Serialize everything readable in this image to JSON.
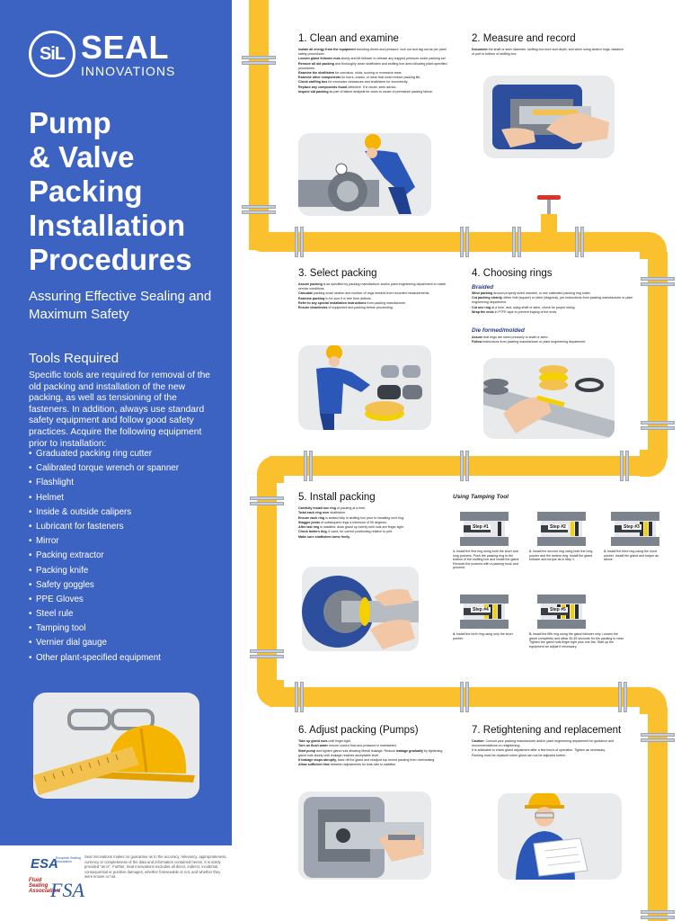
{
  "brand": {
    "mark": "SiL",
    "name": "SEAL",
    "sub": "INNOVATIONS"
  },
  "title_lines": [
    "Pump",
    "& Valve",
    "Packing",
    "Installation",
    "Procedures"
  ],
  "subtitle": "Assuring Effective Sealing and Maximum Safety",
  "tools": {
    "heading": "Tools Required",
    "intro": "Specific tools are required for removal of the old packing and installation of the new packing, as well as tensioning of the fasteners. In addition, always use standard safety equipment and follow good safety practices. Acquire the following equipment prior to installation:",
    "items": [
      "Graduated packing ring cutter",
      "Calibrated torque wrench or spanner",
      "Flashlight",
      "Helmet",
      "Inside & outside calipers",
      "Lubricant for fasteners",
      "Mirror",
      "Packing extractor",
      "Packing knife",
      "Safety goggles",
      "PPE Gloves",
      "Steel rule",
      "Tamping tool",
      "Vernier dial gauge",
      "Other plant-specified equipment"
    ]
  },
  "footer": {
    "esa": "ESA",
    "esa_sub": "European Sealing Association",
    "fsa": "FSA",
    "fsa_sub": "Fluid Sealing Association",
    "disclaimer": "Seal Innovations makes no guarantee as to the accuracy, relevancy, appropriateness, currency or completeness of the data and information contained herein. It is solely provided \"as is\". Further, Seal Innovations excludes all direct, indirect, incidental, consequential or punitive damages, whether foreseeable or not, and whether they were known or not."
  },
  "steps": [
    {
      "title": "1. Clean and examine",
      "lines": [
        [
          "Isolate all energy from the equipment",
          " including drives and pressure, lock out and tag out as per plant safety procedures."
        ],
        [
          "Loosen gland follower nuts",
          " slowly and lift follower to release any trapped pressure under packing set."
        ],
        [
          "Remove all old packing",
          " and thoroughly clean shaft/stem and stuffing box area following plant-specified procedures."
        ],
        [
          "Examine the shaft/stem",
          " for corrosion, nicks, scoring or excessive wear."
        ],
        [
          "Examine other components",
          " for burrs, cracks, or wear that could reduce packing life."
        ],
        [
          "Check stuffing box",
          " for excessive clearances and shaft/stem for eccentricity."
        ],
        [
          "Replace any components found",
          " defective. If in doubt, seek advice."
        ],
        [
          "Inspect old packing",
          " as part of failure analysis for clues to cause of premature packing failure."
        ]
      ]
    },
    {
      "title": "2. Measure and record",
      "lines": [
        [
          "Document",
          " the shaft or stem diameter, stuffing box bore and depth, and when using lantern rings, distance of port to bottom of stuffing box."
        ]
      ]
    },
    {
      "title": "3. Select packing",
      "lines": [
        [
          "Assure packing",
          " is as specified by packing manufacturer and/or plant engineering department to match service conditions."
        ],
        [
          "Calculate",
          " packing cross section and number of rings needed from recorded measurements."
        ],
        [
          "Examine packing",
          " to be sure it is free from defects."
        ],
        [
          "Refer to any special installation instructions",
          " from packing manufacturer."
        ],
        [
          "Ensure cleanliness",
          " of equipment and packing before proceeding."
        ]
      ]
    },
    {
      "title": "4. Choosing rings",
      "sub1": "Braided",
      "lines": [
        [
          "Wind packing",
          " around properly sized mandrel, or use calibrated packing ring cutter."
        ],
        [
          "Cut packing cleanly,",
          " either butt (square) or skive (diagonal), per instructions from packing manufacturer or plant engineering department."
        ],
        [
          "Cut one ring",
          " at a time, and, using shaft or stem, check for proper sizing."
        ],
        [
          "Wrap the ends",
          " in PTFE tape to prevent fraying of the ends."
        ]
      ],
      "sub2": "Die formed/molded",
      "lines2": [
        [
          "Assure",
          " that rings are sized precisely to shaft or stem."
        ],
        [
          "Follow",
          " instructions from packing manufacturer or plant engineering department."
        ]
      ]
    },
    {
      "title": "5. Install packing",
      "lines": [
        [
          "Carefully install one ring",
          " of packing at a time."
        ],
        [
          "Twist each ring over",
          " shaft/stem."
        ],
        [
          "Ensure each ring",
          " is seated fully in stuffing box prior to installing next ring."
        ],
        [
          "Stagger joints",
          " of subsequent rings a minimum of 90 degrees."
        ],
        [
          "After last ring",
          " is installed, draw gland up evenly until nuts are finger-tight."
        ],
        [
          "Check lantern ring,",
          " if used, for correct positioning relative to port."
        ],
        [
          "Make sure shaft/stem turns freely.",
          ""
        ]
      ],
      "tamping_title": "Using Tamping Tool",
      "tamping_steps": [
        {
          "label": "Step #1",
          "caption_num": "1.",
          "caption": "Install the first ring using both the short and long pushers. Push the packing ring to the bottom of the stuffing box and install the gland. Remove the pushers with a packing hook and proceed."
        },
        {
          "label": "Step #2",
          "caption_num": "2.",
          "caption": "Install the second ring using both the long pusher and the lantern ring. Install the gland follower and torque as in step 1."
        },
        {
          "label": "Step #3",
          "caption_num": "3.",
          "caption": "Install the third ring using the short pusher. Install the gland and torque as above."
        },
        {
          "label": "Step #4",
          "caption_num": "4.",
          "caption": "Install the forth ring using only the short pusher."
        },
        {
          "label": "Step #5",
          "caption_num": "5.",
          "caption": "Install the fifth ring using the gland follower only. Loosen the gland completely and allow 30-45 seconds for the packing to relax. Tighten the gland nuts finger tight plus one flat. Start up the equipment an adjust if necessary."
        }
      ]
    },
    {
      "title": "6. Adjust packing (Pumps)",
      "lines": [
        [
          "Take up gland nuts",
          " until finger-tight."
        ],
        [
          "Turn on flush water",
          " ensure correct flow and pressure is maintained."
        ],
        [
          "Start pump",
          " and tighten gland nuts allowing liberal leakage. Reduce "
        ],
        [
          "leakage gradually",
          " by tightening gland nuts slowly until leakage reaches acceptable level."
        ],
        [
          "If leakage stops abruptly,",
          " back off the gland and readjust top revent packing from overheating."
        ],
        [
          "Allow sufficient time",
          " between adjustments for leak-rate to stabilise."
        ]
      ]
    },
    {
      "title": "7. Retightening and replacement",
      "lines": [
        [
          "Caution:",
          " Consult your packing manufacturer and/or plant engineering department for guidance and recommendations on retightening."
        ],
        [
          "",
          "It is advisable to check gland adjustment after a few hours of operation. Tighten as necessary."
        ],
        [
          "",
          "Packing must be replaced when gland can not be adjusted further."
        ]
      ]
    }
  ],
  "colors": {
    "sidebar": "#3d63c2",
    "pipe": "#fbc02d",
    "valve": "#d9332b",
    "heading_blue": "#2a3f8a"
  }
}
